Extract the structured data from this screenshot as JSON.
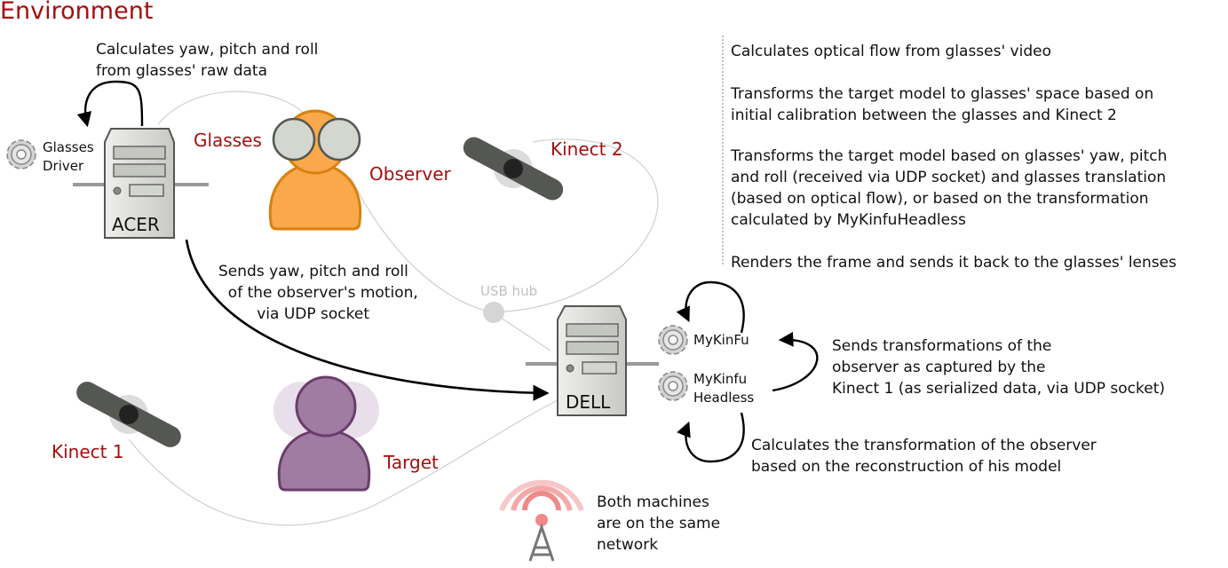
{
  "heading": "Environment",
  "labels": {
    "glasses": "Glasses",
    "observer": "Observer",
    "kinect2": "Kinect 2",
    "kinect1": "Kinect 1",
    "target": "Target",
    "usb_hub": "USB hub",
    "acer": "ACER",
    "dell": "DELL",
    "glasses_driver": "Glasses\nDriver",
    "mykinfu": "MyKinFu",
    "mykinfu_headless": "MyKinfu\nHeadless"
  },
  "notes": {
    "acer_calc": "Calculates yaw, pitch and roll\nfrom glasses' raw data",
    "sends_ypr": "Sends yaw, pitch and roll\n  of the observer's motion,\n        via UDP socket",
    "network": "Both machines\nare on the same\nnetwork",
    "sends_transform": "Sends transformations of the\nobserver as captured by the\nKinect 1 (as serialized data, via UDP socket)",
    "calc_transform": "Calculates the transformation of the observer\nbased on the reconstruction of his model"
  },
  "dell_tasks": [
    "Calculates optical flow from glasses' video",
    "Transforms the target model to glasses' space based on\ninitial calibration between the glasses and Kinect 2",
    "Transforms the target model based on glasses' yaw, pitch\nand roll (received via UDP socket) and glasses translation\n(based on optical flow), or based on the transformation\ncalculated by MyKinfuHeadless",
    "Renders the frame and sends it back to the glasses' lenses"
  ],
  "colors": {
    "label_red": "#a40f0f",
    "observer_fill": "#f9a94b",
    "observer_stroke": "#d9800f",
    "target_fill": "#a07ba2",
    "target_stroke": "#6a3e6c",
    "kinect_body": "#555753",
    "signal_red": "#ef8a8a"
  }
}
